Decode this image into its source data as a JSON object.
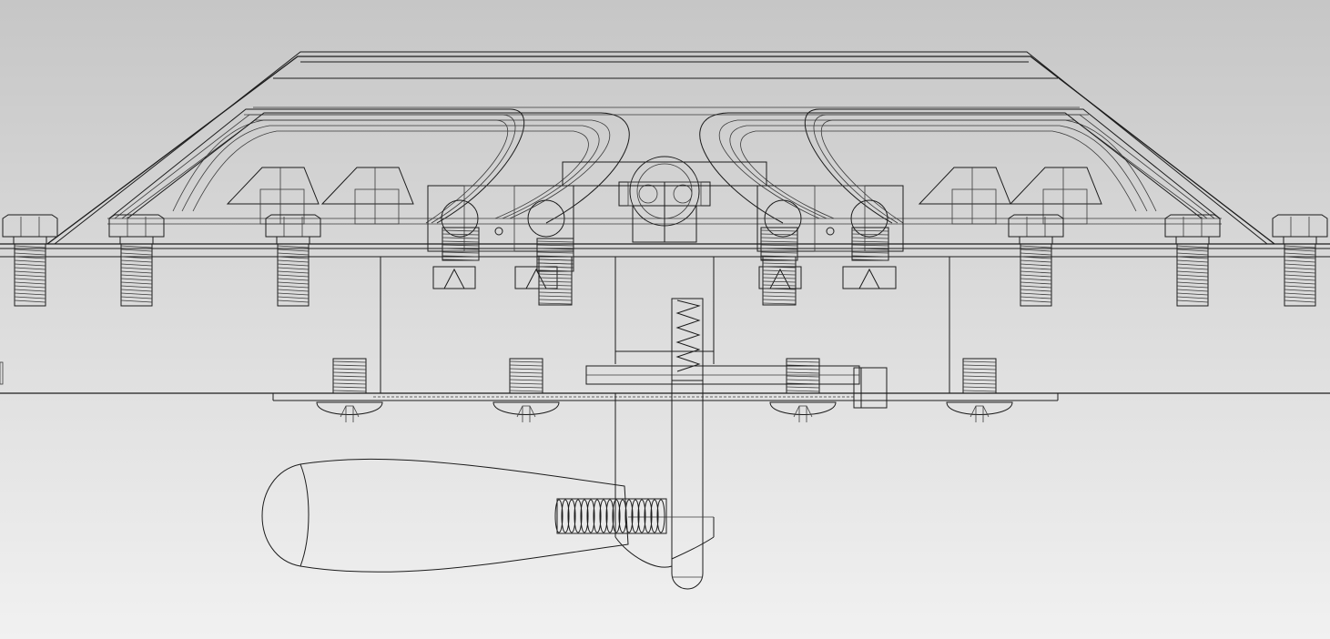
{
  "viewport": {
    "background_top": "#c6c6c6",
    "background_bottom": "#f1f1f1",
    "line_color": "#1c1c1c",
    "render_style": "wireframe"
  },
  "drawing": {
    "components": [
      {
        "name": "top-cover",
        "count": 1
      },
      {
        "name": "mounting-bolt",
        "count": 6
      },
      {
        "name": "inner-hex-bolt",
        "count": 4
      },
      {
        "name": "lower-screw",
        "count": 4
      },
      {
        "name": "clamp-block",
        "count": 2
      },
      {
        "name": "central-ball-joint",
        "count": 1
      },
      {
        "name": "compression-spring",
        "count": 1
      },
      {
        "name": "vertical-shaft",
        "count": 1
      },
      {
        "name": "lever-handle",
        "count": 1
      },
      {
        "name": "handle-thread",
        "count": 1
      }
    ]
  }
}
